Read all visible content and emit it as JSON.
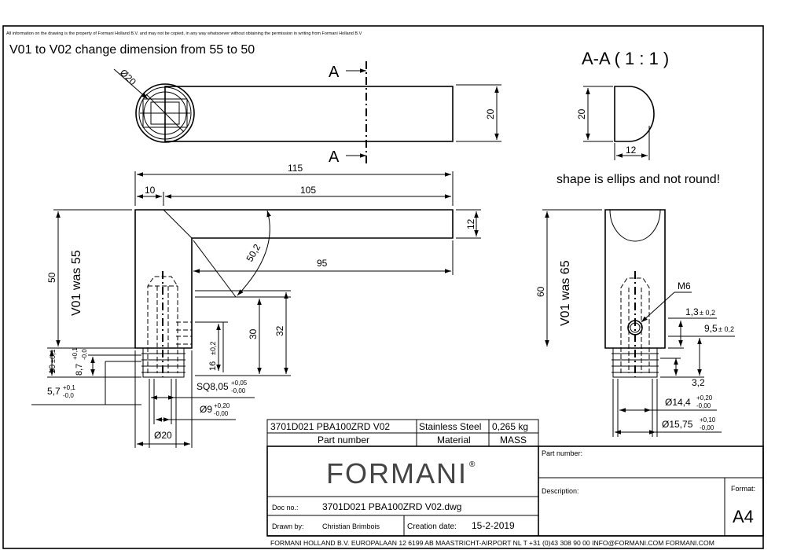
{
  "copyright": "All information on the drawing is the property of Formani Holland B.V. and may not be copied, in any way whatsoever without obtaining the permission in writing from Formani Holland B.V",
  "change_note": "V01 to V02 change dimension from 55 to 50",
  "section_title": "A-A ( 1 : 1 )",
  "section_mark": "A",
  "shape_note": "shape is ellips and not round!",
  "revision_note_left": "V01 was 55",
  "revision_note_right": "V01 was 65",
  "dims": {
    "d20_top": "Ø20",
    "h20_top": "20",
    "h20_sec": "20",
    "w12_sec": "12",
    "w115": "115",
    "w10": "10",
    "w105": "105",
    "h12": "12",
    "w95": "95",
    "r50_2": "50,2",
    "h50": "50",
    "h30": "30",
    "h32": "32",
    "h10": "10",
    "h10_tol": "±0,1",
    "h8_7": "8,7",
    "h8_7_up": "+0,1",
    "h8_7_lo": "-0,0",
    "h16": "16",
    "h16_tol": "±0,2",
    "w5_7": "5,7",
    "w5_7_up": "+0,1",
    "w5_7_lo": "-0,0",
    "sq8_05": "SQ8,05",
    "sq_up": "+0,05",
    "sq_lo": "-0,00",
    "d9": "Ø9",
    "d9_up": "+0,20",
    "d9_lo": "-0,00",
    "d20_bot": "Ø20",
    "h60": "60",
    "m6": "M6",
    "v1_3": "1,3",
    "v1_3_tol": "± 0,2",
    "v9_5": "9,5",
    "v9_5_tol": "± 0,2",
    "v3_2": "3,2",
    "d14_4": "Ø14,4",
    "d14_up": "+0,20",
    "d14_lo": "-0,00",
    "d15_75": "Ø15,75",
    "d15_up": "+0,10",
    "d15_lo": "-0,00"
  },
  "title_block": {
    "part_code": "3701D021 PBA100ZRD V02",
    "material": "Stainless Steel",
    "mass": "0,265 kg",
    "lbl_part_number": "Part number",
    "lbl_material": "Material",
    "lbl_mass": "MASS",
    "logo": "FORMANI",
    "logo_mark": "®",
    "lbl_doc_no": "Doc no.:",
    "doc_no": "3701D021 PBA100ZRD V02.dwg",
    "lbl_drawn_by": "Drawn by:",
    "drawn_by": "Christian Brimbois",
    "lbl_creation_date": "Creation date:",
    "creation_date": "15-2-2019",
    "lbl_part_number2": "Part number:",
    "lbl_description": "Description:",
    "lbl_format": "Format:",
    "format": "A4",
    "address": "FORMANI HOLLAND B.V.  EUROPALAAN 12  6199 AB MAASTRICHT-AIRPORT NL  T +31 (0)43 308 90 00 INFO@FORMANI.COM FORMANI.COM"
  }
}
